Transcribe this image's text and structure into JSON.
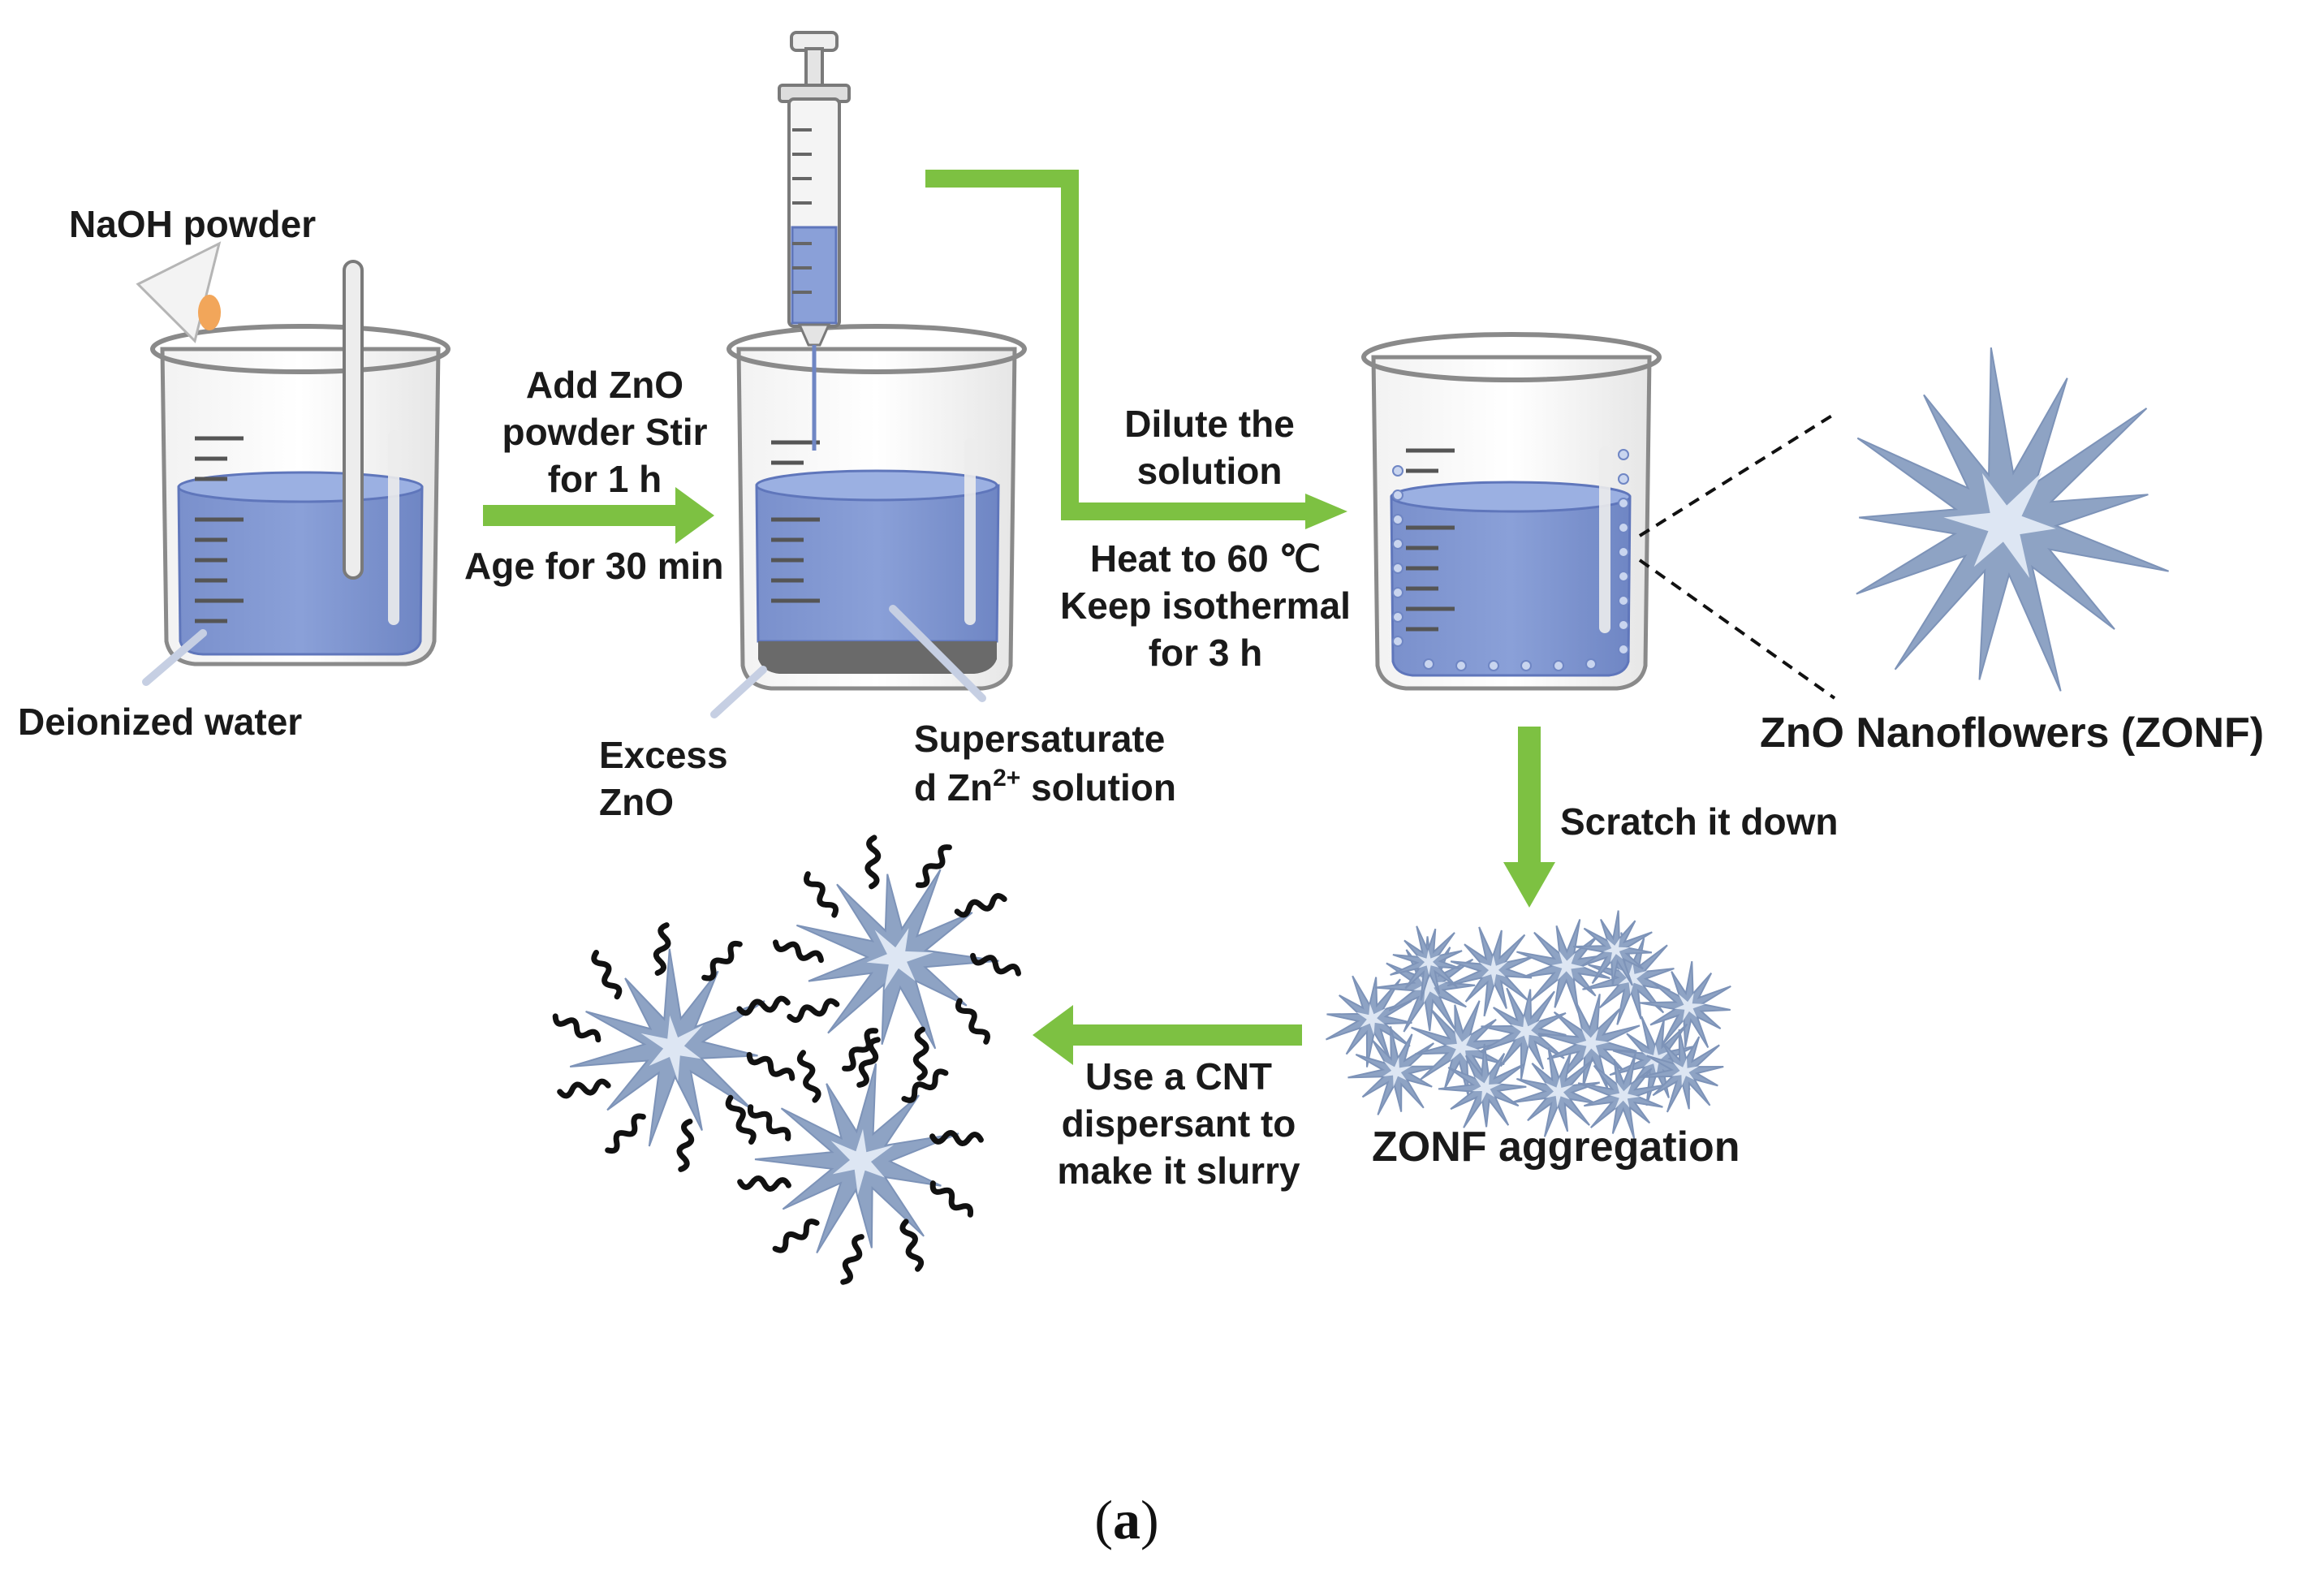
{
  "labels": {
    "naoh": "NaOH powder",
    "deionized": "Deionized water",
    "step1_line1": "Add ZnO",
    "step1_line2": "powder Stir",
    "step1_line3": "for 1 h",
    "step1_age": "Age for 30 min",
    "excess_line1": "Excess",
    "excess_line2": "ZnO",
    "super_line1": "Supersaturate",
    "super_line2_pre": "d Zn",
    "super_line2_sup": "2+",
    "super_line2_post": " solution",
    "dilute_line1": "Dilute the",
    "dilute_line2": "solution",
    "heat_line1": "Heat to 60 ℃",
    "heat_line2": "Keep isothermal",
    "heat_line3": "for 3 h",
    "zonf": "ZnO Nanoflowers (ZONF)",
    "scratch": "Scratch it down",
    "aggregation": "ZONF aggregation",
    "cnt_line1": "Use a CNT",
    "cnt_line2": "dispersant to",
    "cnt_line3": "make it slurry",
    "caption": "(a)"
  },
  "colors": {
    "arrow": "#7dc142",
    "liquid": "#7f95d1",
    "liquid_dark": "#5f76bb",
    "glass": "#9a9a9a",
    "nanoflower": "#8ea3c4",
    "nanoflower_center": "#dde6f3",
    "cnt": "#111111",
    "naoh_powder": "#f2a65a"
  }
}
